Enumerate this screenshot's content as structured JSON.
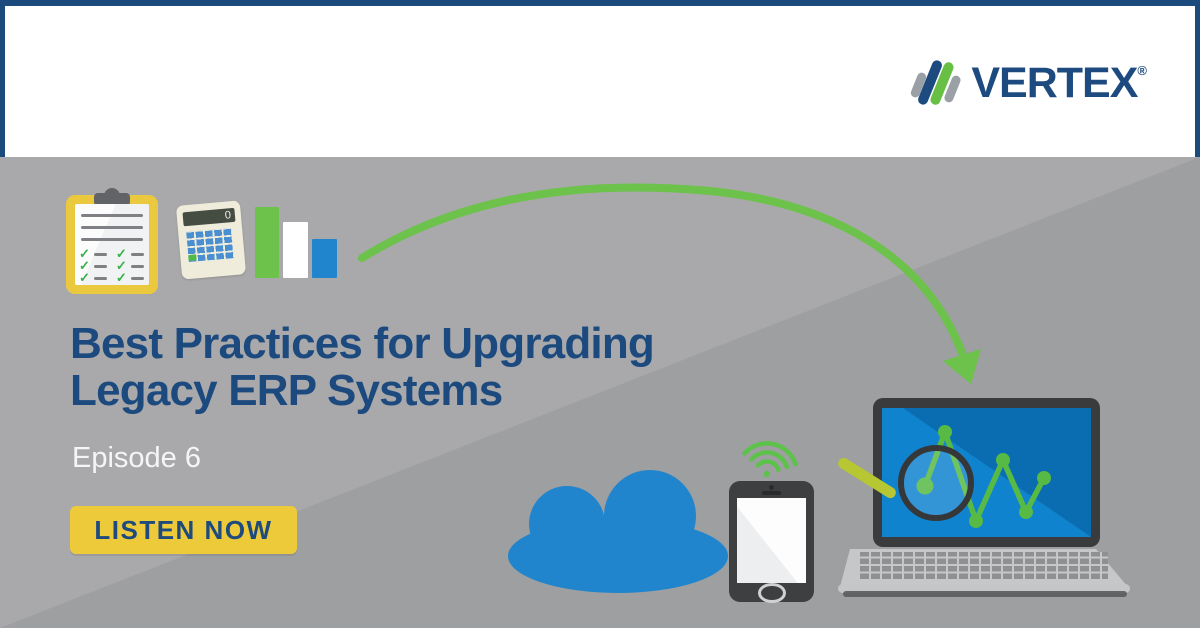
{
  "brand": {
    "name": "VERTEX",
    "registered": "®",
    "wordmark_color": "#1d4b80",
    "mark_colors": {
      "gray": "#9aa0a6",
      "navy": "#1d4b80",
      "green": "#67c044"
    }
  },
  "header": {
    "background": "#ffffff",
    "border_color": "#1b4a7d"
  },
  "background": {
    "light_gray": "#a9a9ab",
    "dark_gray": "#9d9fa1"
  },
  "content": {
    "title_line1": "Best Practices for Upgrading",
    "title_line2": "Legacy ERP Systems",
    "title_color": "#1c4a7e",
    "episode": "Episode 6",
    "episode_color": "#f5f5f6",
    "cta": {
      "label": "LISTEN NOW",
      "background": "#edca39",
      "text_color": "#1e4a7e"
    }
  },
  "calculator": {
    "display": "0"
  },
  "clipboard": {
    "check_glyph": "✓"
  },
  "icons": [
    {
      "name": "clipboard-checklist"
    },
    {
      "name": "calculator"
    },
    {
      "name": "bar-chart",
      "bar_colors": [
        "#6cc24a",
        "#ffffff",
        "#2185cd"
      ]
    },
    {
      "name": "curved-arrow",
      "color": "#6cc24a"
    },
    {
      "name": "cloud",
      "color": "#2185cd"
    },
    {
      "name": "smartphone-with-wifi",
      "wifi_color": "#5cc24a"
    },
    {
      "name": "laptop-with-line-chart-and-magnifier",
      "chart_color": "#57ba45",
      "screen_color": "#1083cf"
    }
  ]
}
